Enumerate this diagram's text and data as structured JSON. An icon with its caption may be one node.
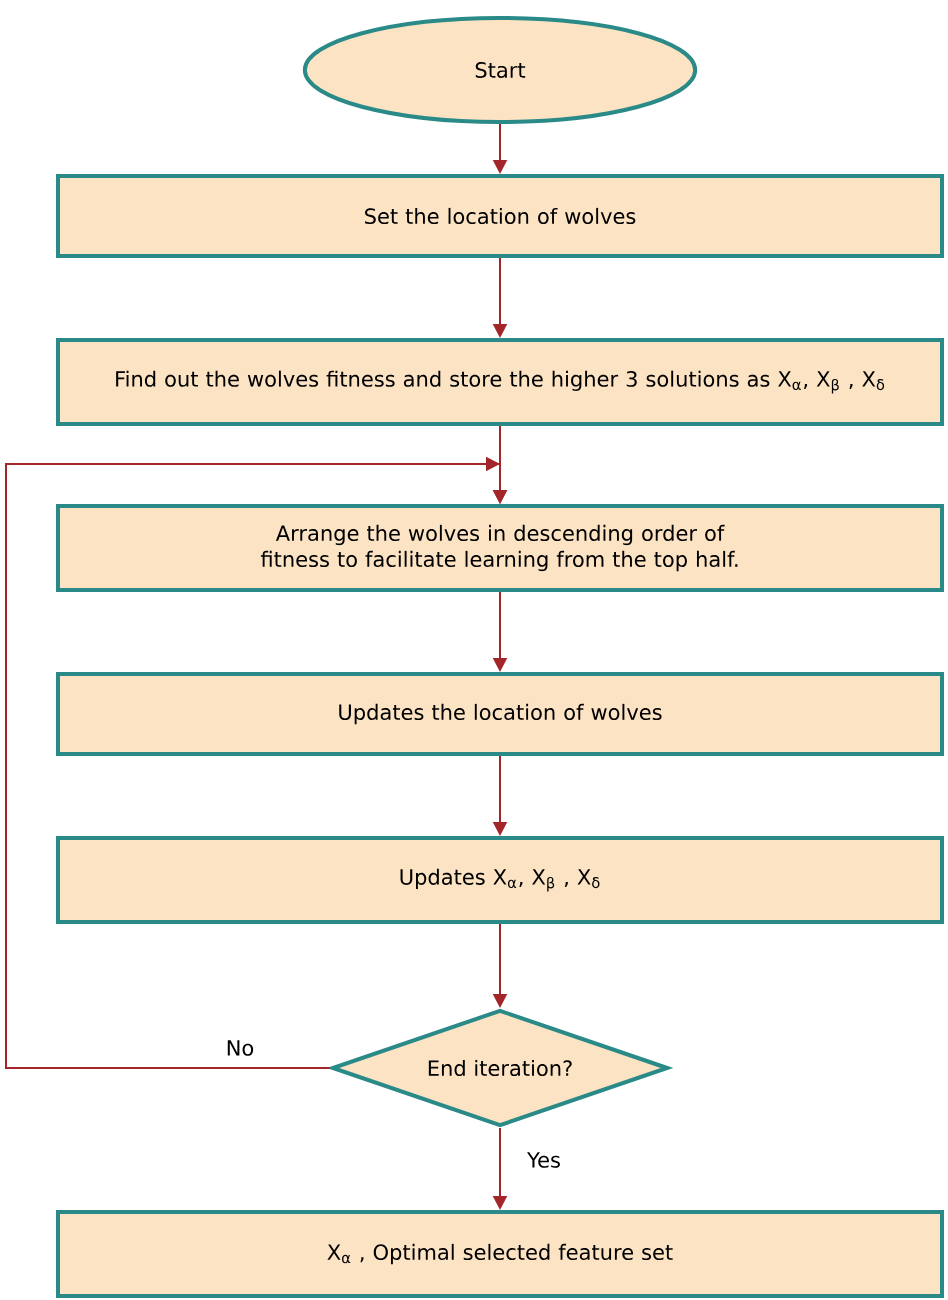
{
  "diagram": {
    "nodes": [
      {
        "text": [
          "Start"
        ]
      },
      {
        "text": [
          "Set the location of wolves"
        ]
      },
      {
        "text": [
          "Find out the wolves fitness and store the higher 3 solutions as X$_{α}$, X$_{β}$ , X$_{δ}$"
        ]
      },
      {
        "text": [
          "Arrange the wolves in descending order of fitness to facilitate learning from the top half."
        ]
      },
      {
        "text": [
          "Updates the location of wolves"
        ]
      },
      {
        "text": [
          "Updates X$_{α}$, X$_{β}$ , X$_{δ}$"
        ]
      },
      {
        "text": [
          "End iteration?"
        ]
      },
      {
        "text": [
          "X$_{α}$ , Optimal selected feature set"
        ]
      }
    ],
    "edges": [
      {
        "from": 0,
        "to": 1,
        "arrow": "to"
      },
      {
        "from": 1,
        "to": 2,
        "arrow": "to"
      },
      {
        "from": 2,
        "to": 3,
        "arrow": "to"
      },
      {
        "from": 3,
        "to": 4,
        "arrow": "to"
      },
      {
        "from": 4,
        "to": 5,
        "arrow": "to"
      },
      {
        "from": 5,
        "to": 6,
        "arrow": "to"
      },
      {
        "from": 6,
        "to": 3,
        "arrow": "to",
        "label": "No"
      },
      {
        "from": 6,
        "to": 7,
        "arrow": "to",
        "label": "Yes"
      }
    ]
  }
}
